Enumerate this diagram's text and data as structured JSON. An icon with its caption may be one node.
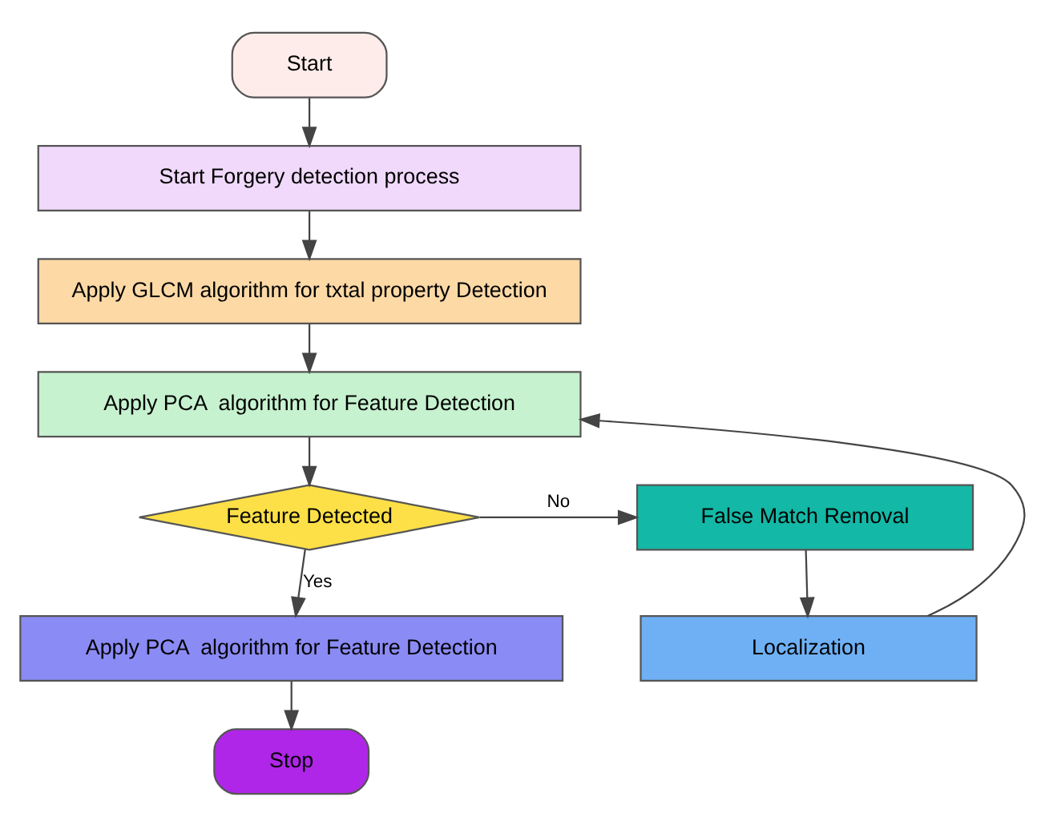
{
  "diagram": {
    "nodes": [
      {
        "text": [
          "Start"
        ]
      },
      {
        "text": [
          "Start Forgery detection process"
        ]
      },
      {
        "text": [
          "Apply GLCM algorithm for txtal property Detection"
        ]
      },
      {
        "text": [
          "Apply PCA  algorithm for Feature Detection"
        ]
      },
      {
        "text": [
          "Feature Detected"
        ]
      },
      {
        "text": [
          "False Match Removal"
        ]
      },
      {
        "text": [
          "Localization"
        ]
      },
      {
        "text": [
          "Apply PCA  algorithm for Feature Detection"
        ]
      },
      {
        "text": [
          "Stop"
        ]
      }
    ],
    "edges": [
      {
        "from": 0,
        "to": 1,
        "arrow": "to"
      },
      {
        "from": 1,
        "to": 2,
        "arrow": "to"
      },
      {
        "from": 2,
        "to": 3,
        "arrow": "to"
      },
      {
        "from": 3,
        "to": 4,
        "arrow": "to"
      },
      {
        "from": 4,
        "to": 5,
        "arrow": "to",
        "label": "No"
      },
      {
        "from": 5,
        "to": 6,
        "arrow": "to"
      },
      {
        "from": 6,
        "to": 3,
        "arrow": "to"
      },
      {
        "from": 4,
        "to": 7,
        "arrow": "to",
        "label": "Yes"
      },
      {
        "from": 7,
        "to": 8,
        "arrow": "to"
      }
    ]
  }
}
